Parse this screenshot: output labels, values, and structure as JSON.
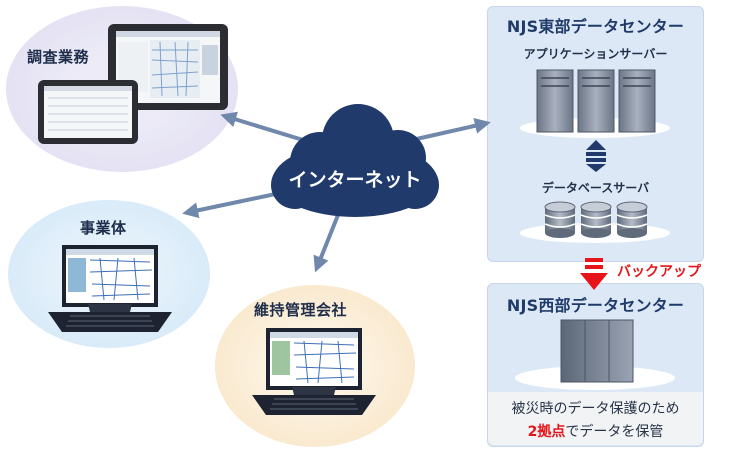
{
  "nodes": {
    "survey": "調査業務",
    "operator": "事業体",
    "maintenance": "維持管理会社",
    "internet": "インターネット"
  },
  "east_center": {
    "title": "NJS東部データセンター",
    "app_server": "アプリケーションサーバー",
    "db_server": "データベースサーバ"
  },
  "backup": {
    "label": "バックアップ"
  },
  "west_center": {
    "title": "NJS西部データセンター",
    "note_line1": "被災時のデータ保護のため",
    "note_highlight": "2拠点",
    "note_rest": "でデータを保管"
  },
  "colors": {
    "cloud": "#1f3a6b",
    "arrow": "#6f88ab",
    "accent_red": "#e8141b",
    "panel_bg": "#dde8f6"
  }
}
